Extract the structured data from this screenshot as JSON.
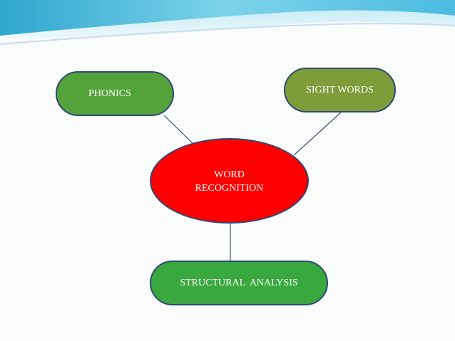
{
  "diagram": {
    "center": {
      "line1": "WORD",
      "line2": "RECOGNITION"
    },
    "nodes": {
      "phonics": "PHONICS",
      "sight_words": "SIGHT WORDS",
      "structural_analysis": "STRUCTURAL  ANALYSIS"
    }
  },
  "colors": {
    "center_fill": "#ff0000",
    "phonics_fill": "#54a33a",
    "sight_words_fill": "#7d9c3a",
    "structural_fill": "#39a83e",
    "node_border": "#2e4a73",
    "banner_wave": "#5ec3df"
  }
}
